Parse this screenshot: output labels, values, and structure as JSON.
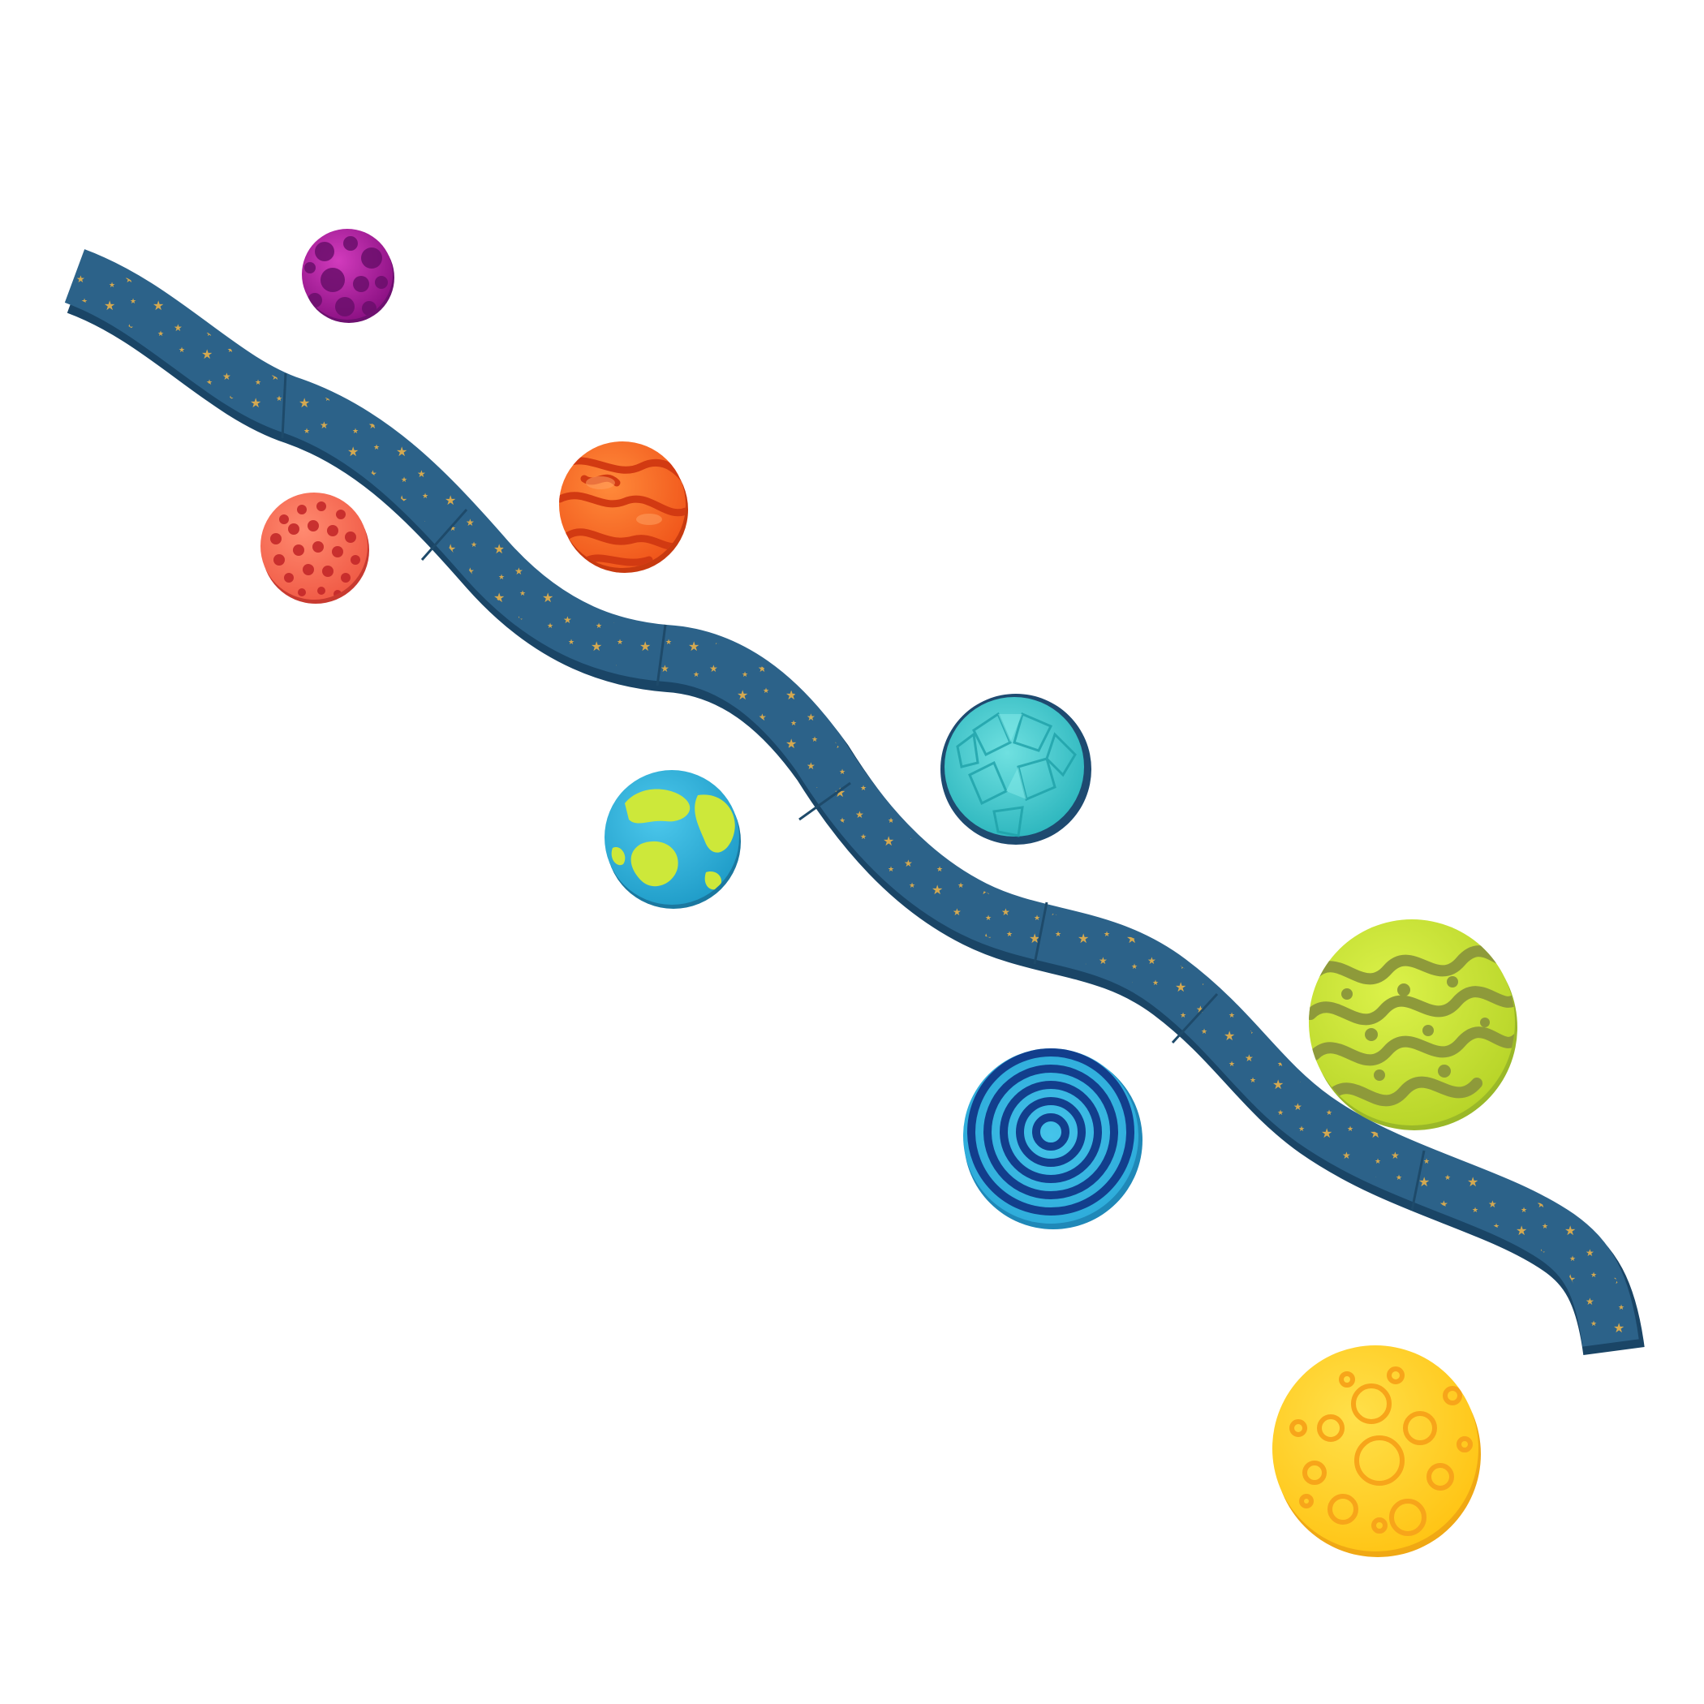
{
  "scene": {
    "background": "#ffffff",
    "subject": "wavy-track-with-planet-stepping-stones"
  },
  "track": {
    "color": "#2b5e84",
    "edge_color": "#1e4a6a",
    "star_color": "#e8b14a",
    "segments": 9
  },
  "planets": [
    {
      "id": "purple-spotted",
      "pattern": "spots",
      "base": "#a0168f",
      "accent": "#6e1070"
    },
    {
      "id": "coral-dimpled",
      "pattern": "dimples",
      "base": "#ff6b55",
      "accent": "#d63a30"
    },
    {
      "id": "orange-marbled",
      "pattern": "marble",
      "base": "#ff6a1a",
      "accent": "#d83b10"
    },
    {
      "id": "teal-geometric",
      "pattern": "facets",
      "base": "#3cc8c8",
      "accent": "#1e4a70"
    },
    {
      "id": "blue-lime-continents",
      "pattern": "continents",
      "base": "#2bb0d8",
      "accent": "#c8e632"
    },
    {
      "id": "blue-concentric",
      "pattern": "rings",
      "base": "#35b8e0",
      "accent": "#123e8c"
    },
    {
      "id": "lime-wavy",
      "pattern": "waves",
      "base": "#c8e632",
      "accent": "#8e9a3a"
    },
    {
      "id": "yellow-cratered",
      "pattern": "craters",
      "base": "#ffd21c",
      "accent": "#f7a51a"
    }
  ]
}
